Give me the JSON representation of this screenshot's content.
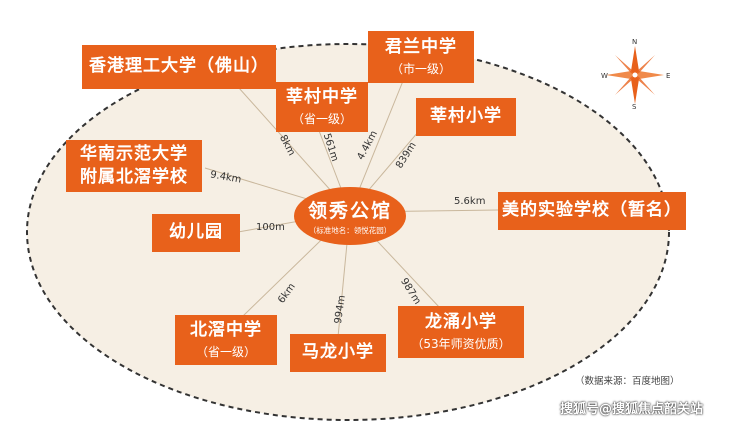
{
  "center": {
    "name": "领秀公馆",
    "subtitle": "（标准地名：领悦花园）"
  },
  "schools": [
    {
      "id": "polyu",
      "name": "香港理工大学（佛山）",
      "distance": "8km"
    },
    {
      "id": "junlan",
      "name": "君兰中学",
      "note": "（市一级）",
      "distance": "4.4km"
    },
    {
      "id": "xincun-middle",
      "name": "莘村中学",
      "note": "（省一级）",
      "distance": "561m"
    },
    {
      "id": "xincun-primary",
      "name": "莘村小学",
      "distance": "839m"
    },
    {
      "id": "scnu",
      "name": "华南示范大学\n附属北滘学校",
      "distance": "9.4km"
    },
    {
      "id": "midea",
      "name": "美的实验学校（暂名）",
      "distance": "5.6km"
    },
    {
      "id": "kindergarten",
      "name": "幼儿园",
      "distance": "100m"
    },
    {
      "id": "beijiao-middle",
      "name": "北滘中学",
      "note": "（省一级）",
      "distance": "6km"
    },
    {
      "id": "malong",
      "name": "马龙小学",
      "distance": "994m"
    },
    {
      "id": "longyong",
      "name": "龙涌小学",
      "note": "（53年师资优质）",
      "distance": "987m"
    }
  ],
  "source_note": "（数据来源：百度地图）",
  "credit": "搜狐号@搜狐焦点韶关站",
  "compass": {
    "n": "N",
    "s": "S",
    "e": "E",
    "w": "W"
  },
  "colors": {
    "accent": "#e8611b",
    "oval_fill": "#f6efe4",
    "oval_stroke": "#333333",
    "line": "#c9b79c"
  }
}
